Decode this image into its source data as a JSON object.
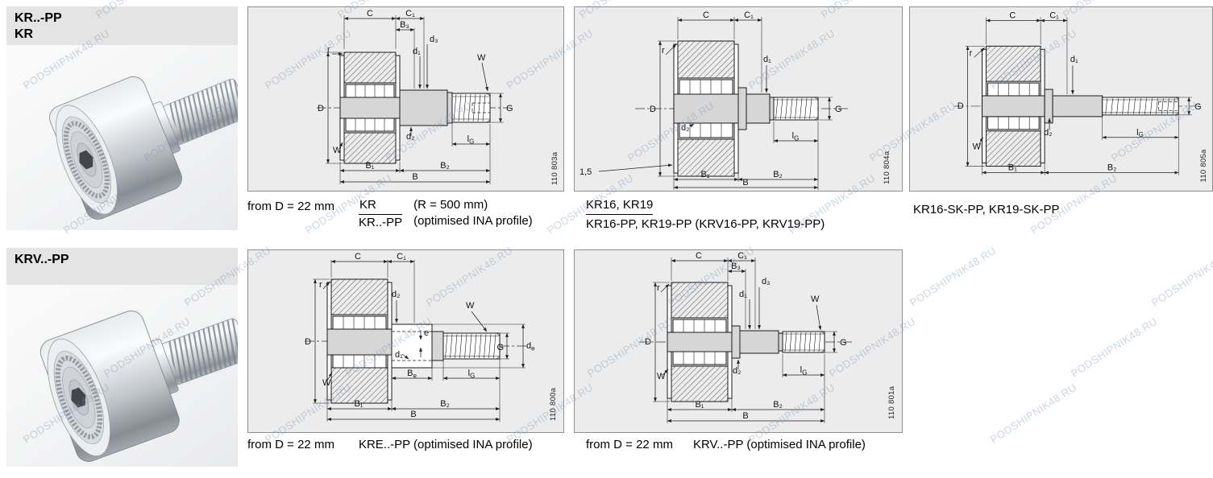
{
  "watermark": {
    "text": "PODSHIPNIK48.RU"
  },
  "sections": {
    "kr_header_line1": "KR..-PP",
    "kr_header_line2": "KR",
    "krv_header_line1": "KRV..-PP"
  },
  "dim_labels": {
    "C": "C",
    "C1": "C₁",
    "B3": "B₃",
    "d1": "d₁",
    "d2": "d₂",
    "d3": "d₃",
    "D": "D",
    "G": "G",
    "W": "W",
    "r": "r",
    "e": "e",
    "B": "B",
    "B1": "B₁",
    "B2": "B₂",
    "l_base": "l",
    "G_sub": "G",
    "d_base": "d",
    "e_sub": "e",
    "B_base": "B",
    "chamfer": "1,5"
  },
  "figures": {
    "kr": "110 803a",
    "kr16": "110 804a",
    "kr16sk": "110 805a",
    "kre": "110 800a",
    "krv": "110 801a"
  },
  "captions": {
    "kr": {
      "prefix": "from D = 22 mm",
      "alt_top": "KR",
      "alt_bottom": "KR..-PP",
      "note_top": "(R = 500 mm)",
      "note_bottom": "(optimised INA profile)"
    },
    "kr16": {
      "line1": "KR16, KR19",
      "line2": "KR16-PP, KR19-PP (KRV16-PP, KRV19-PP)"
    },
    "kr16sk": {
      "text": "KR16-SK-PP, KR19-SK-PP"
    },
    "kre": {
      "prefix": "from D = 22 mm",
      "text": "KRE..-PP (optimised INA profile)"
    },
    "krv": {
      "prefix": "from D = 22 mm",
      "text": "KRV..-PP (optimised INA profile)"
    }
  }
}
